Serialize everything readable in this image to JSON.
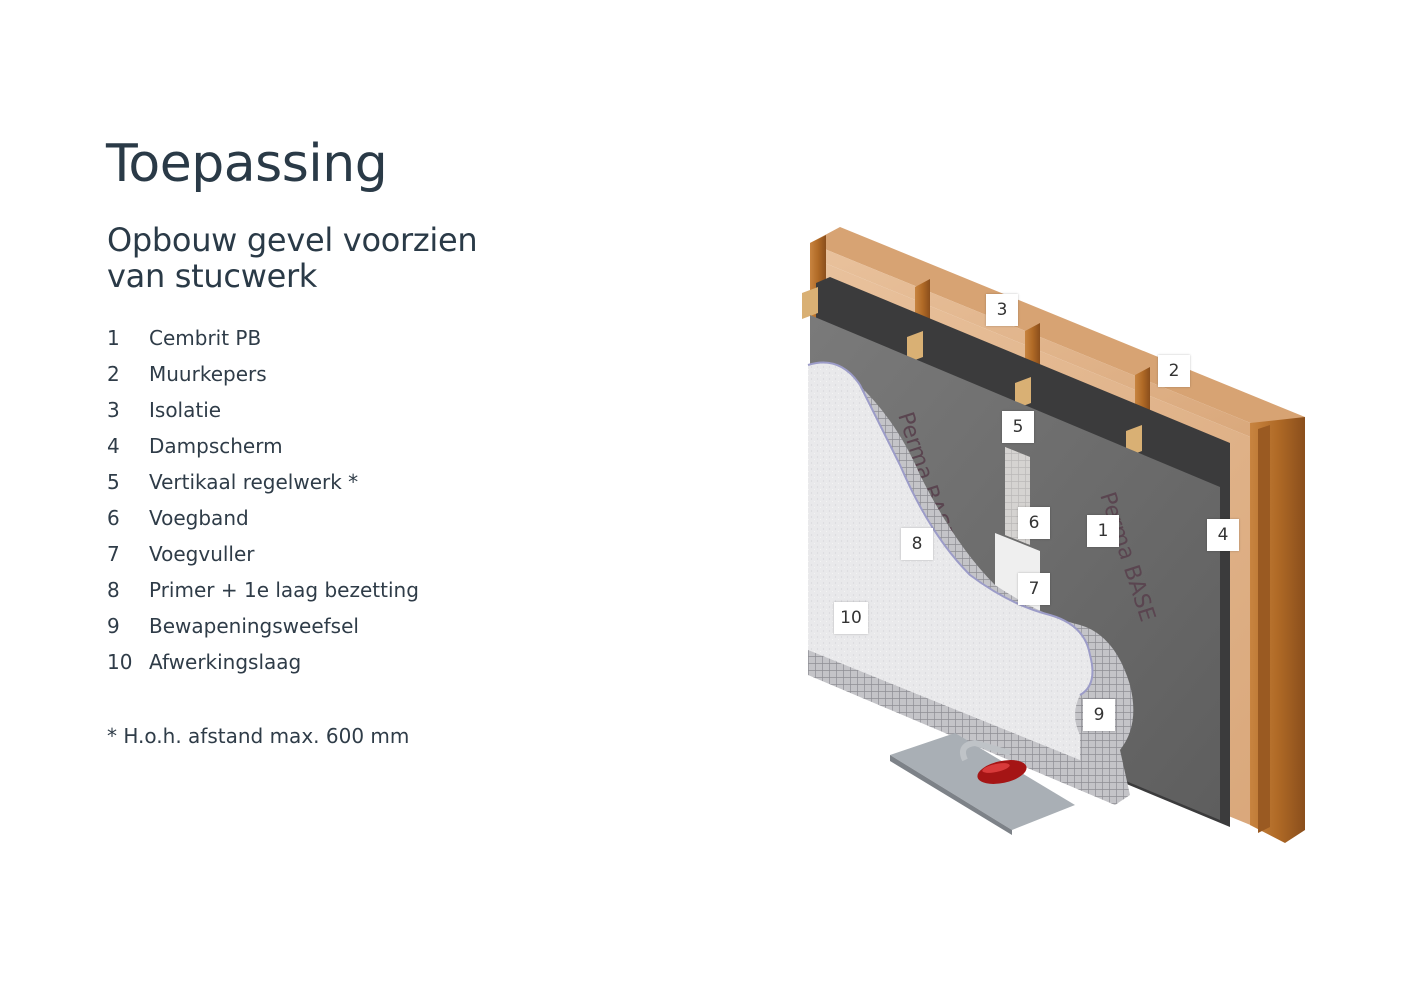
{
  "title": "Toepassing",
  "subtitle": "Opbouw gevel voorzien van stucwerk",
  "legend": [
    {
      "num": "1",
      "label": "Cembrit PB"
    },
    {
      "num": "2",
      "label": "Muurkepers"
    },
    {
      "num": "3",
      "label": "Isolatie"
    },
    {
      "num": "4",
      "label": "Dampscherm"
    },
    {
      "num": "5",
      "label": "Vertikaal regelwerk *"
    },
    {
      "num": "6",
      "label": "Voegband"
    },
    {
      "num": "7",
      "label": "Voegvuller"
    },
    {
      "num": "8",
      "label": "Primer + 1e laag bezetting"
    },
    {
      "num": "9",
      "label": "Bewapeningsweefsel"
    },
    {
      "num": "10",
      "label": "Afwerkingslaag"
    }
  ],
  "footnote": "* H.o.h. afstand max. 600 mm",
  "callouts": [
    "1",
    "2",
    "3",
    "4",
    "5",
    "6",
    "7",
    "8",
    "9",
    "10"
  ],
  "board_print": "Perma BASE",
  "colors": {
    "text": "#2a3a47",
    "wood": "#b5742f",
    "insulation": "#e0b48d",
    "vapor_barrier": "#3a3a3a",
    "board": "#6d6d6d",
    "plaster": "#e8e8ea",
    "mesh": "#a9a9ad",
    "trowel_handle": "#b01818"
  }
}
